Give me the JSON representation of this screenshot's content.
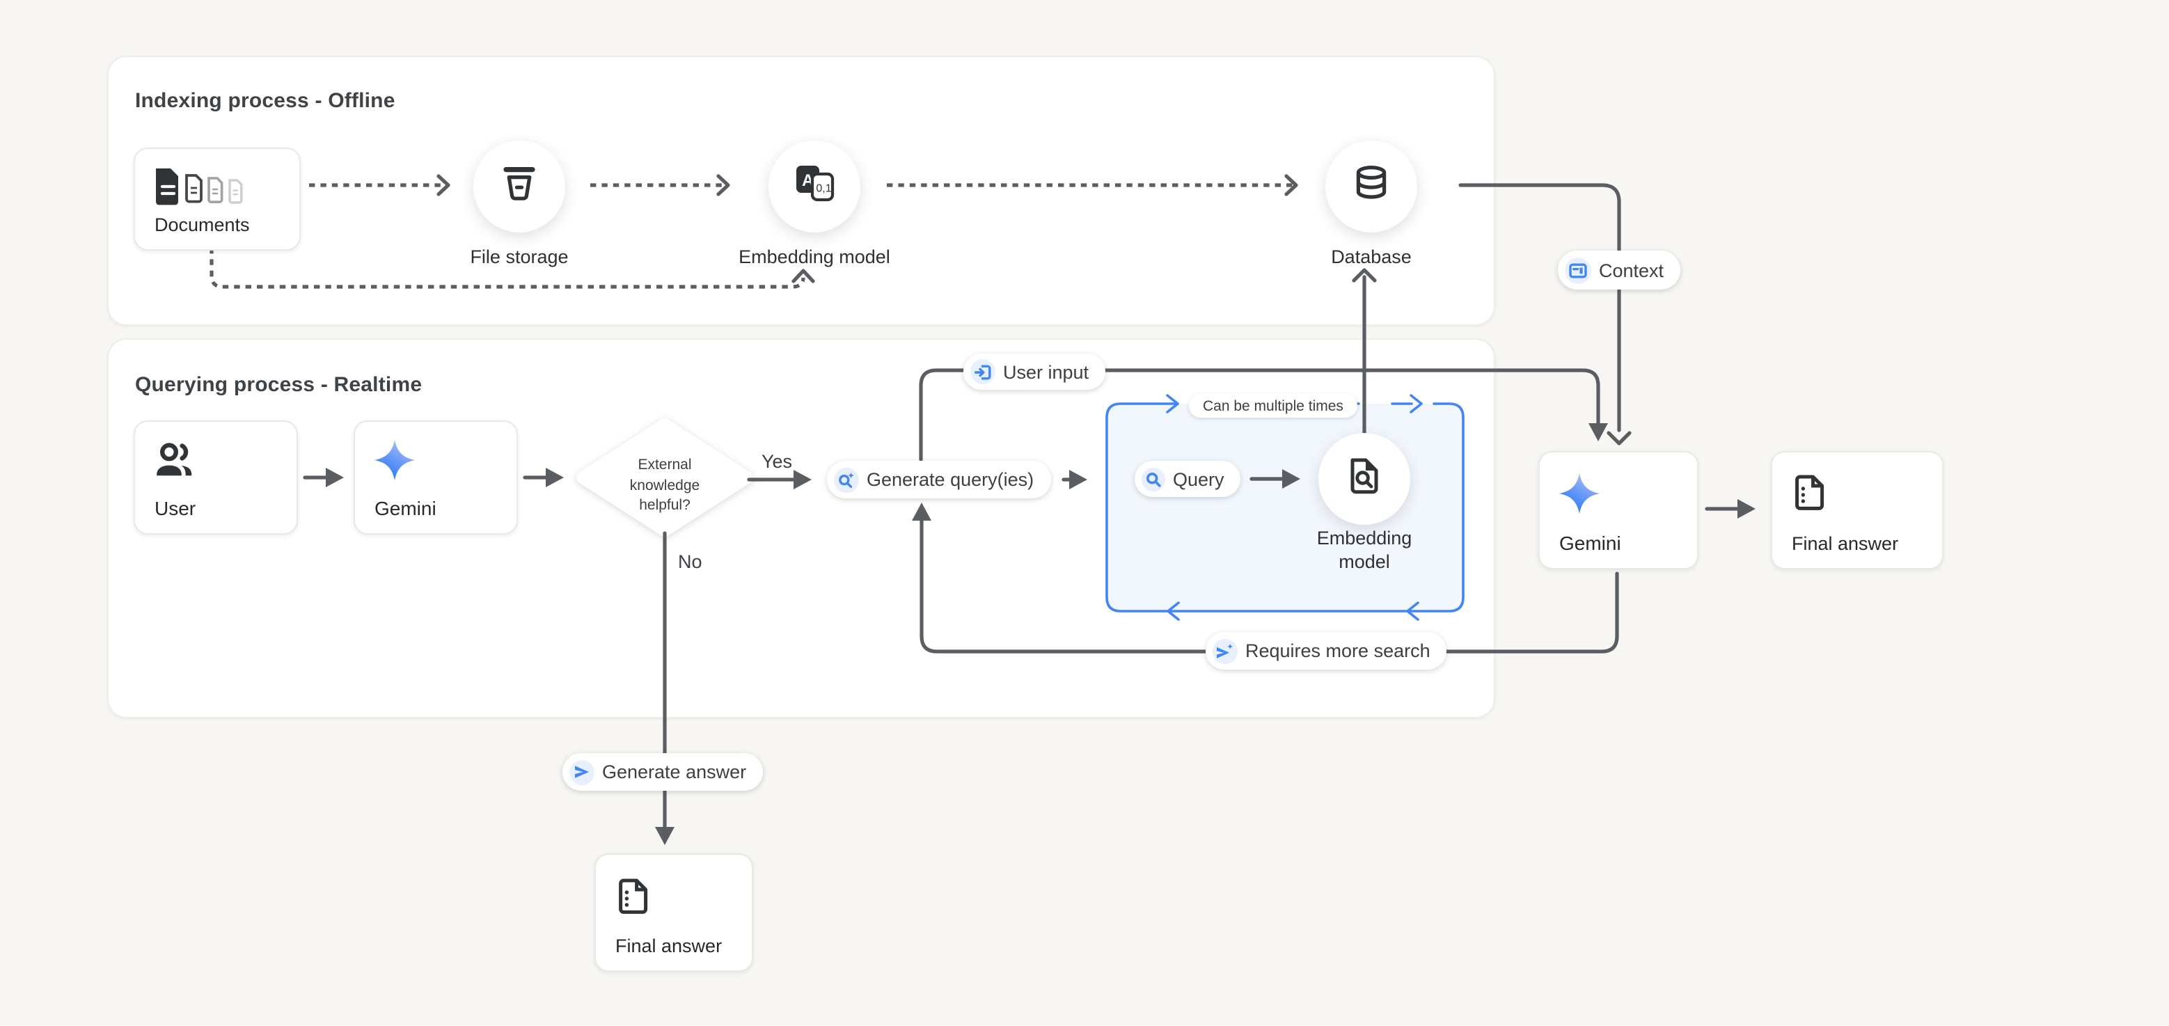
{
  "panels": {
    "indexing": {
      "title": "Indexing process - Offline"
    },
    "querying": {
      "title": "Querying process - Realtime"
    }
  },
  "nodes": {
    "documents": {
      "label": "Documents"
    },
    "file_storage": {
      "label": "File storage"
    },
    "embedding_model_offline": {
      "label": "Embedding model",
      "icon_letter": "A",
      "icon_numbers": "0,1"
    },
    "database": {
      "label": "Database"
    },
    "user": {
      "label": "User"
    },
    "gemini_left": {
      "label": "Gemini"
    },
    "decision": {
      "line1": "External",
      "line2": "knowledge",
      "line3": "helpful?"
    },
    "generate_queries": {
      "label": "Generate query(ies)"
    },
    "query": {
      "label": "Query"
    },
    "embedding_model_realtime": {
      "line1": "Embedding",
      "line2": "model"
    },
    "gemini_right": {
      "label": "Gemini"
    },
    "final_answer_right": {
      "label": "Final answer"
    },
    "generate_answer": {
      "label": "Generate answer"
    },
    "final_answer_bottom": {
      "label": "Final answer"
    }
  },
  "badges": {
    "context": {
      "label": "Context"
    },
    "user_input": {
      "label": "User input"
    },
    "can_be_multiple_times": {
      "label": "Can be multiple times"
    },
    "requires_more_search": {
      "label": "Requires more search"
    }
  },
  "edge_labels": {
    "yes": "Yes",
    "no": "No"
  },
  "icons": {
    "documents-icon": "stack of document sheets fading right",
    "file-storage-icon": "storage bucket",
    "embedding-model-icon": "A to 0,1 translate squares",
    "database-icon": "database cylinder",
    "users-icon": "two people",
    "gemini-star-icon": "four point gradient star",
    "file-search-icon": "document with magnifier",
    "final-answer-doc-icon": "document with dotted edge",
    "context-chip-icon": "framed text block",
    "user-input-chip-icon": "arrow entering box",
    "search-chip-icon": "magnifier",
    "search-spark-chip-icon": "magnifier with sparkle",
    "send-chip-icon": "paper plane",
    "send-spark-chip-icon": "paper plane with sparkle"
  },
  "colors": {
    "page_bg": "#f7f6f3",
    "panel_bg": "#ffffff",
    "line_gray": "#5a5e63",
    "text_primary": "#3c4043",
    "accent_blue": "#4285f4",
    "chip_bg": "#e8f0fe",
    "loop_box_bg": "#f2f7fd",
    "icon_dark": "#303437"
  }
}
